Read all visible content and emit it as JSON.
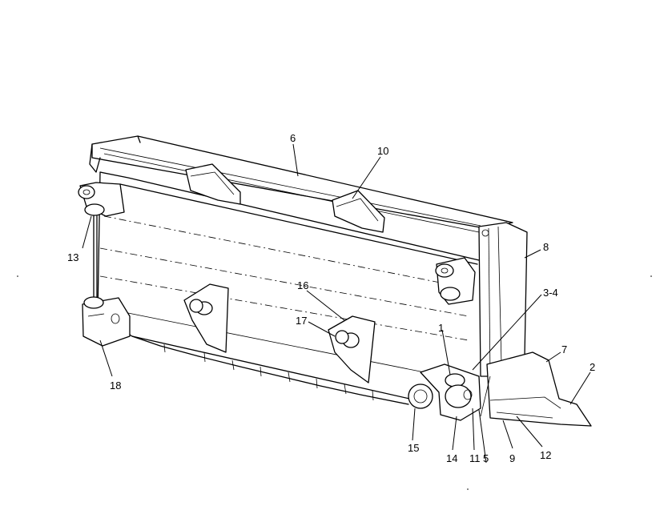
{
  "callouts": [
    {
      "id": "c1",
      "text": "1"
    },
    {
      "id": "c2",
      "text": "2"
    },
    {
      "id": "c3-4",
      "text": "3-4"
    },
    {
      "id": "c5",
      "text": "5"
    },
    {
      "id": "c6",
      "text": "6"
    },
    {
      "id": "c7",
      "text": "7"
    },
    {
      "id": "c8",
      "text": "8"
    },
    {
      "id": "c9",
      "text": "9"
    },
    {
      "id": "c10",
      "text": "10"
    },
    {
      "id": "c11",
      "text": "11"
    },
    {
      "id": "c12",
      "text": "12"
    },
    {
      "id": "c13",
      "text": "13"
    },
    {
      "id": "c14",
      "text": "14"
    },
    {
      "id": "c15",
      "text": "15"
    },
    {
      "id": "c16",
      "text": "16"
    },
    {
      "id": "c17",
      "text": "17"
    },
    {
      "id": "c18",
      "text": "18"
    }
  ]
}
